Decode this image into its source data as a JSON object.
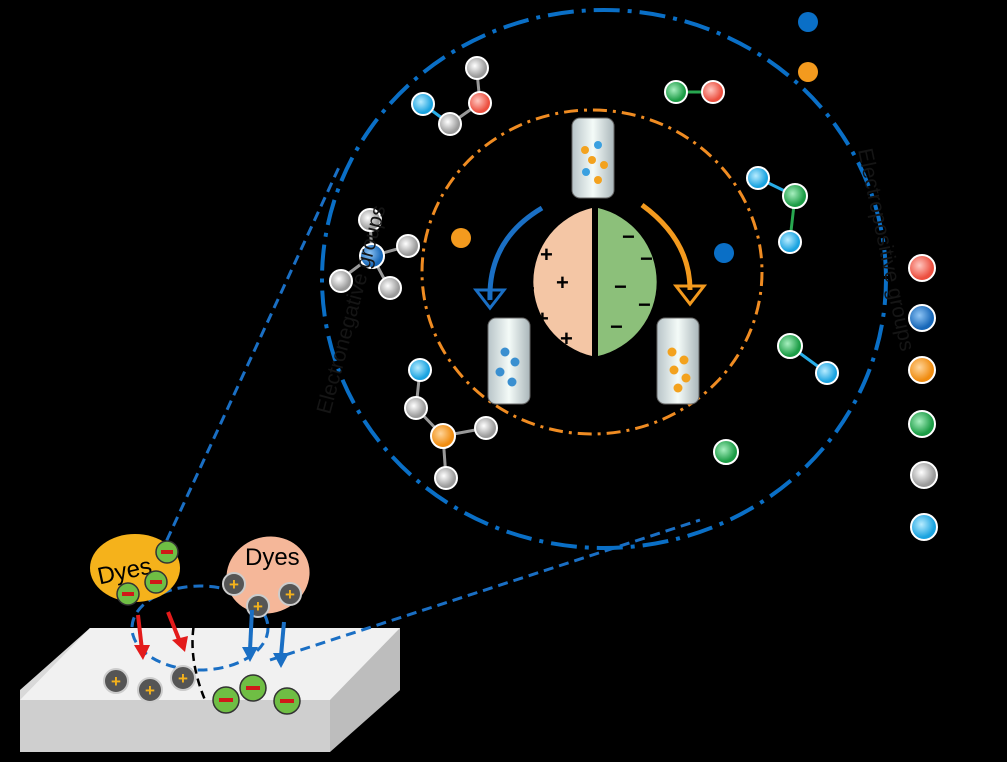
{
  "labels": {
    "electronegative": "Electronegative groups",
    "electropositive": "Electropositive groups",
    "dyes_left": "Dyes",
    "dyes_right": "Dyes",
    "plus": "+",
    "minus": "−"
  },
  "colors": {
    "blue": "#0a6fc6",
    "orange": "#f39a1e",
    "peach": "#f4c6a5",
    "green": "#8cc07a",
    "legend": [
      "#f26d5b",
      "#2f7fc8",
      "#f7a12a",
      "#27a74f",
      "#b5b5b5",
      "#29aee8"
    ]
  },
  "legend_atoms": [
    "red-atom",
    "blue-atom",
    "orange-atom",
    "green-atom",
    "gray-atom",
    "cyan-atom"
  ]
}
